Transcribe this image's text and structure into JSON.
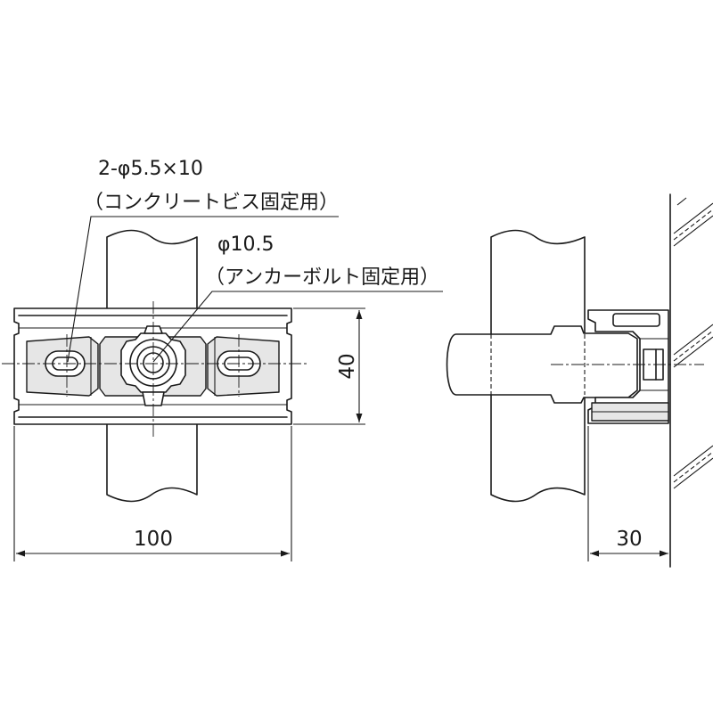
{
  "labels": {
    "slot_spec": "2-φ5.5×10",
    "slot_use": "（コンクリートビス固定用）",
    "bolt_spec": "φ10.5",
    "bolt_use": "（アンカーボルト固定用）"
  },
  "dimensions": {
    "width": "100",
    "height": "40",
    "depth": "30"
  }
}
